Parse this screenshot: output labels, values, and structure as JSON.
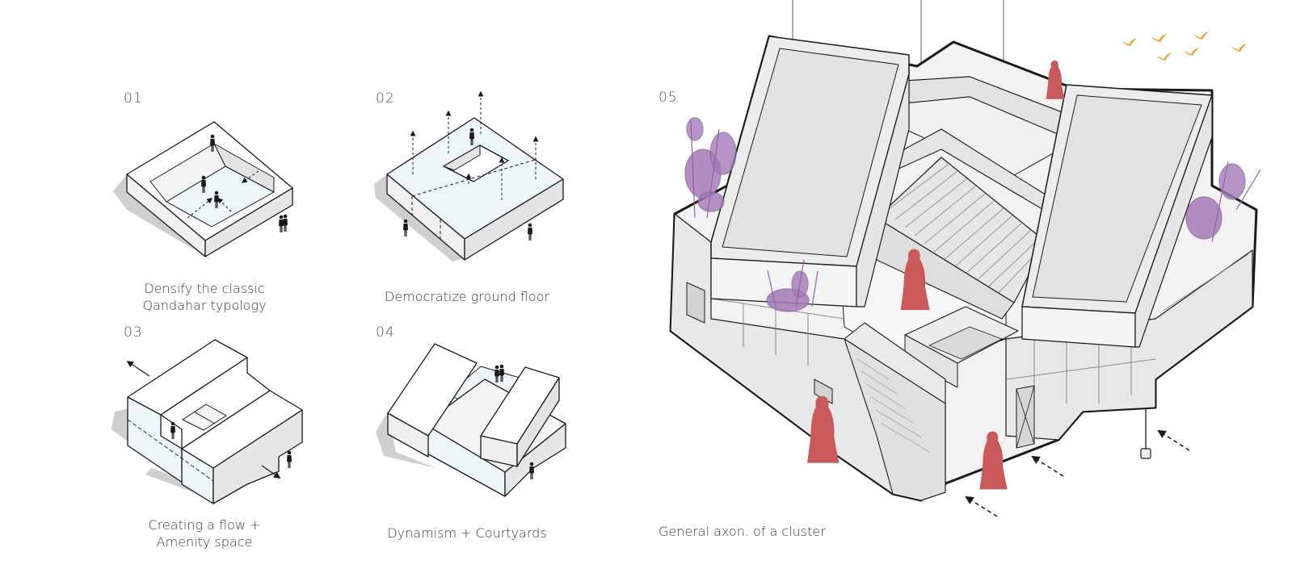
{
  "diagrams": [
    {
      "number": "01",
      "caption_lines": [
        "Densify the classic",
        "Qandahar typology"
      ]
    },
    {
      "number": "02",
      "caption_lines": [
        "Democratize ground floor"
      ]
    },
    {
      "number": "03",
      "caption_lines": [
        "Creating a flow +",
        "Amenity space"
      ]
    },
    {
      "number": "04",
      "caption_lines": [
        "Dynamism + Courtyards"
      ]
    },
    {
      "number": "05",
      "caption_lines": [
        "General axon. of a cluster"
      ]
    }
  ],
  "colors": {
    "figure_red": "#c9595a",
    "plant_purple": "#a47ab8",
    "bird_orange": "#e4a83c",
    "floor_blue": "#eef6fa",
    "shadow": "#cfcfcf",
    "stroke": "#1a1a1a"
  },
  "icons": [
    "person-silhouette-icon",
    "arrow-icon",
    "bird-icon",
    "plant-icon"
  ]
}
